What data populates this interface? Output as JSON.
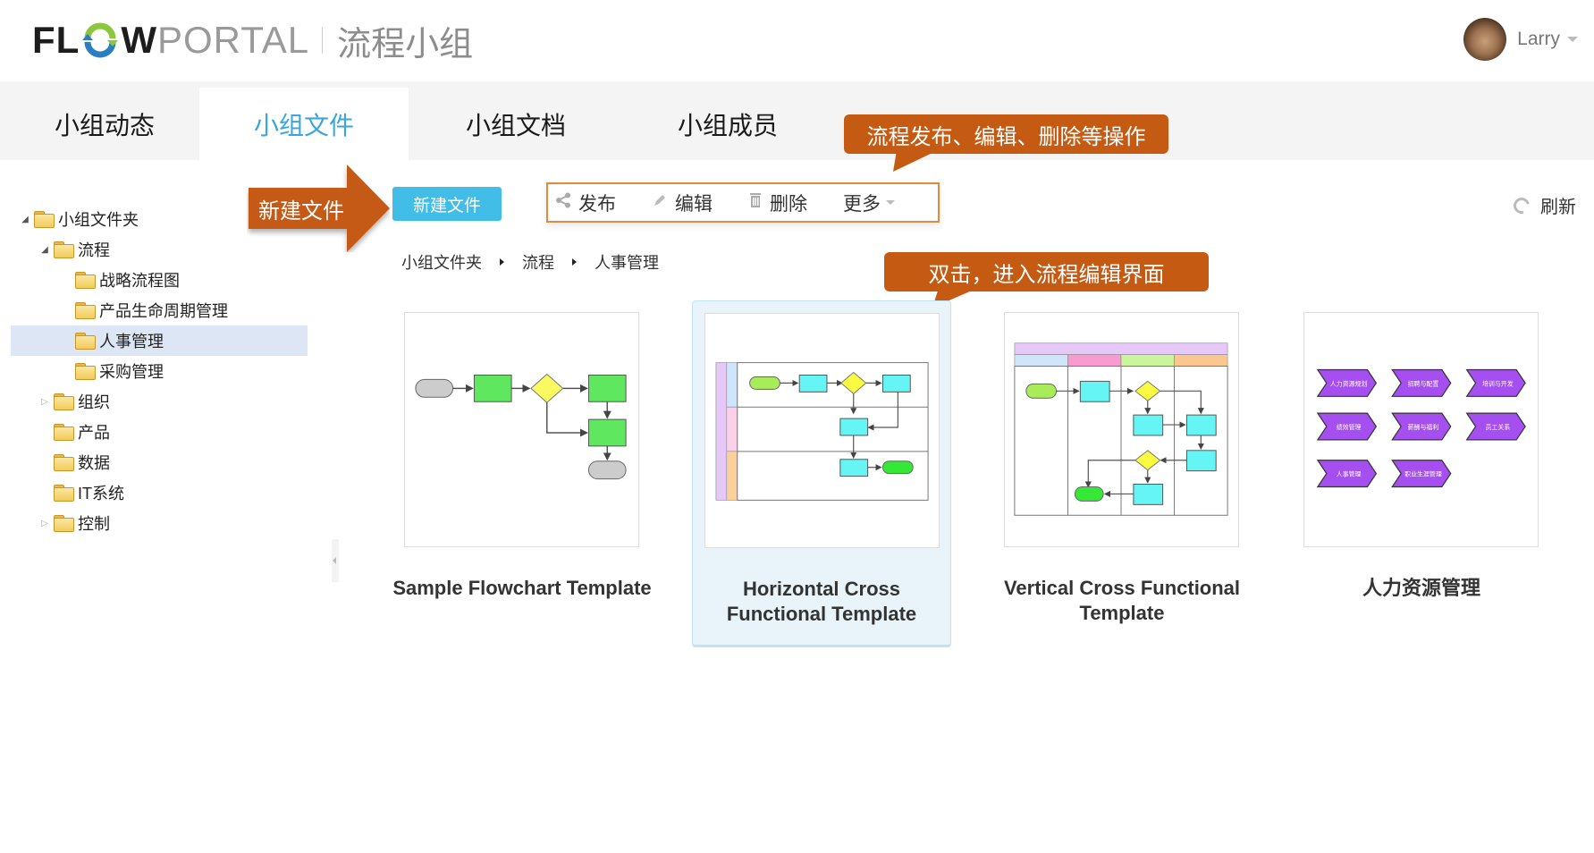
{
  "header": {
    "logo_flow": "FL",
    "logo_w": "W",
    "logo_portal": "PORTAL",
    "app_section": "流程小组",
    "user_name": "Larry"
  },
  "tabs": [
    {
      "label": "小组动态",
      "active": false
    },
    {
      "label": "小组文件",
      "active": true
    },
    {
      "label": "小组文档",
      "active": false
    },
    {
      "label": "小组成员",
      "active": false
    }
  ],
  "callouts": {
    "new_file": "新建文件",
    "actions": "流程发布、编辑、删除等操作",
    "double_click": "双击，进入流程编辑界面",
    "color": "#c55a12"
  },
  "toolbar": {
    "new_file_label": "新建文件",
    "publish_label": "发布",
    "edit_label": "编辑",
    "delete_label": "删除",
    "more_label": "更多",
    "refresh_label": "刷新"
  },
  "tree": {
    "items": [
      {
        "label": "小组文件夹",
        "level": 0,
        "toggle": "expanded",
        "open": true
      },
      {
        "label": "流程",
        "level": 1,
        "toggle": "expanded",
        "open": true
      },
      {
        "label": "战略流程图",
        "level": 2,
        "toggle": "none",
        "open": true
      },
      {
        "label": "产品生命周期管理",
        "level": 2,
        "toggle": "none",
        "open": true
      },
      {
        "label": "人事管理",
        "level": 2,
        "toggle": "none",
        "open": true,
        "selected": true
      },
      {
        "label": "采购管理",
        "level": 2,
        "toggle": "none",
        "open": true
      },
      {
        "label": "组织",
        "level": 1,
        "toggle": "collapsed",
        "open": false
      },
      {
        "label": "产品",
        "level": 1,
        "toggle": "none",
        "open": false
      },
      {
        "label": "数据",
        "level": 1,
        "toggle": "none",
        "open": false
      },
      {
        "label": "IT系统",
        "level": 1,
        "toggle": "none",
        "open": false
      },
      {
        "label": "控制",
        "level": 1,
        "toggle": "collapsed",
        "open": false
      }
    ]
  },
  "breadcrumb": [
    "小组文件夹",
    "流程",
    "人事管理"
  ],
  "files": [
    {
      "title": "Sample Flowchart Template",
      "selected": false
    },
    {
      "title": "Horizontal Cross Functional Template",
      "selected": true
    },
    {
      "title": "Vertical Cross Functional Template",
      "selected": false
    },
    {
      "title": "人力资源管理",
      "selected": false
    }
  ],
  "thumbnails": {
    "hr_chevrons": [
      "人力资源规划",
      "招聘与配置",
      "培训与开发",
      "绩效管理",
      "薪酬与福利",
      "员工关系",
      "人事管理",
      "职业生涯管理"
    ]
  },
  "colors": {
    "accent": "#3aa6dd",
    "button": "#41bde8",
    "selection": "#dde6f4",
    "card_selected": "#e8f4fa"
  }
}
